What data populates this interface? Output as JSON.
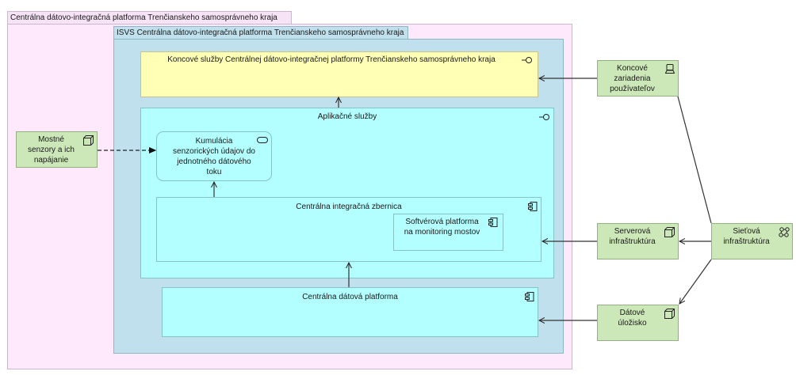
{
  "diagram": {
    "outer_group": {
      "label": "Centrálna dátovo-integračná platforma Trenčianskeho samosprávneho kraja"
    },
    "isvs_group": {
      "label": "ISVS Centrálna dátovo-integračná platforma Trenčianskeho samosprávneho kraja"
    },
    "end_services": {
      "label": "Koncové služby Centrálnej dátovo-integračnej platformy Trenčianskeho samosprávneho kraja",
      "icon": "interface-icon"
    },
    "app_services": {
      "label": "Aplikačné služby",
      "icon": "interface-icon"
    },
    "accumulation_service": {
      "lines": [
        "Kumulácia",
        "senzorických údajov do",
        "jednotného dátového",
        "toku"
      ],
      "icon": "service-icon"
    },
    "integration_bus": {
      "label": "Centrálna integračná zbernica",
      "icon": "component-icon"
    },
    "software_platform": {
      "lines": [
        "Softvérová platforma",
        "na monitoring mostov"
      ],
      "icon": "component-icon"
    },
    "data_platform": {
      "label": "Centrálna dátová platforma",
      "icon": "component-icon"
    },
    "bridge_sensors": {
      "lines": [
        "Mostné",
        "senzory a ich",
        "napájanie"
      ],
      "icon": "node-icon"
    },
    "end_devices": {
      "lines": [
        "Koncové",
        "zariadenia",
        "používateľov"
      ],
      "icon": "device-icon"
    },
    "server_infra": {
      "lines": [
        "Serverová",
        "infraštruktúra"
      ],
      "icon": "node-icon"
    },
    "network_infra": {
      "lines": [
        "Sieťová",
        "infraštruktúra"
      ],
      "icon": "network-icon"
    },
    "data_storage": {
      "lines": [
        "Dátové",
        "úložisko"
      ],
      "icon": "node-icon"
    }
  },
  "colors": {
    "group_pink": "#fde9fb",
    "group_blue": "#bfe0ec",
    "business_yellow": "#ffffb6",
    "application_cyan": "#b3feff",
    "technology_green": "#cce7b8"
  }
}
